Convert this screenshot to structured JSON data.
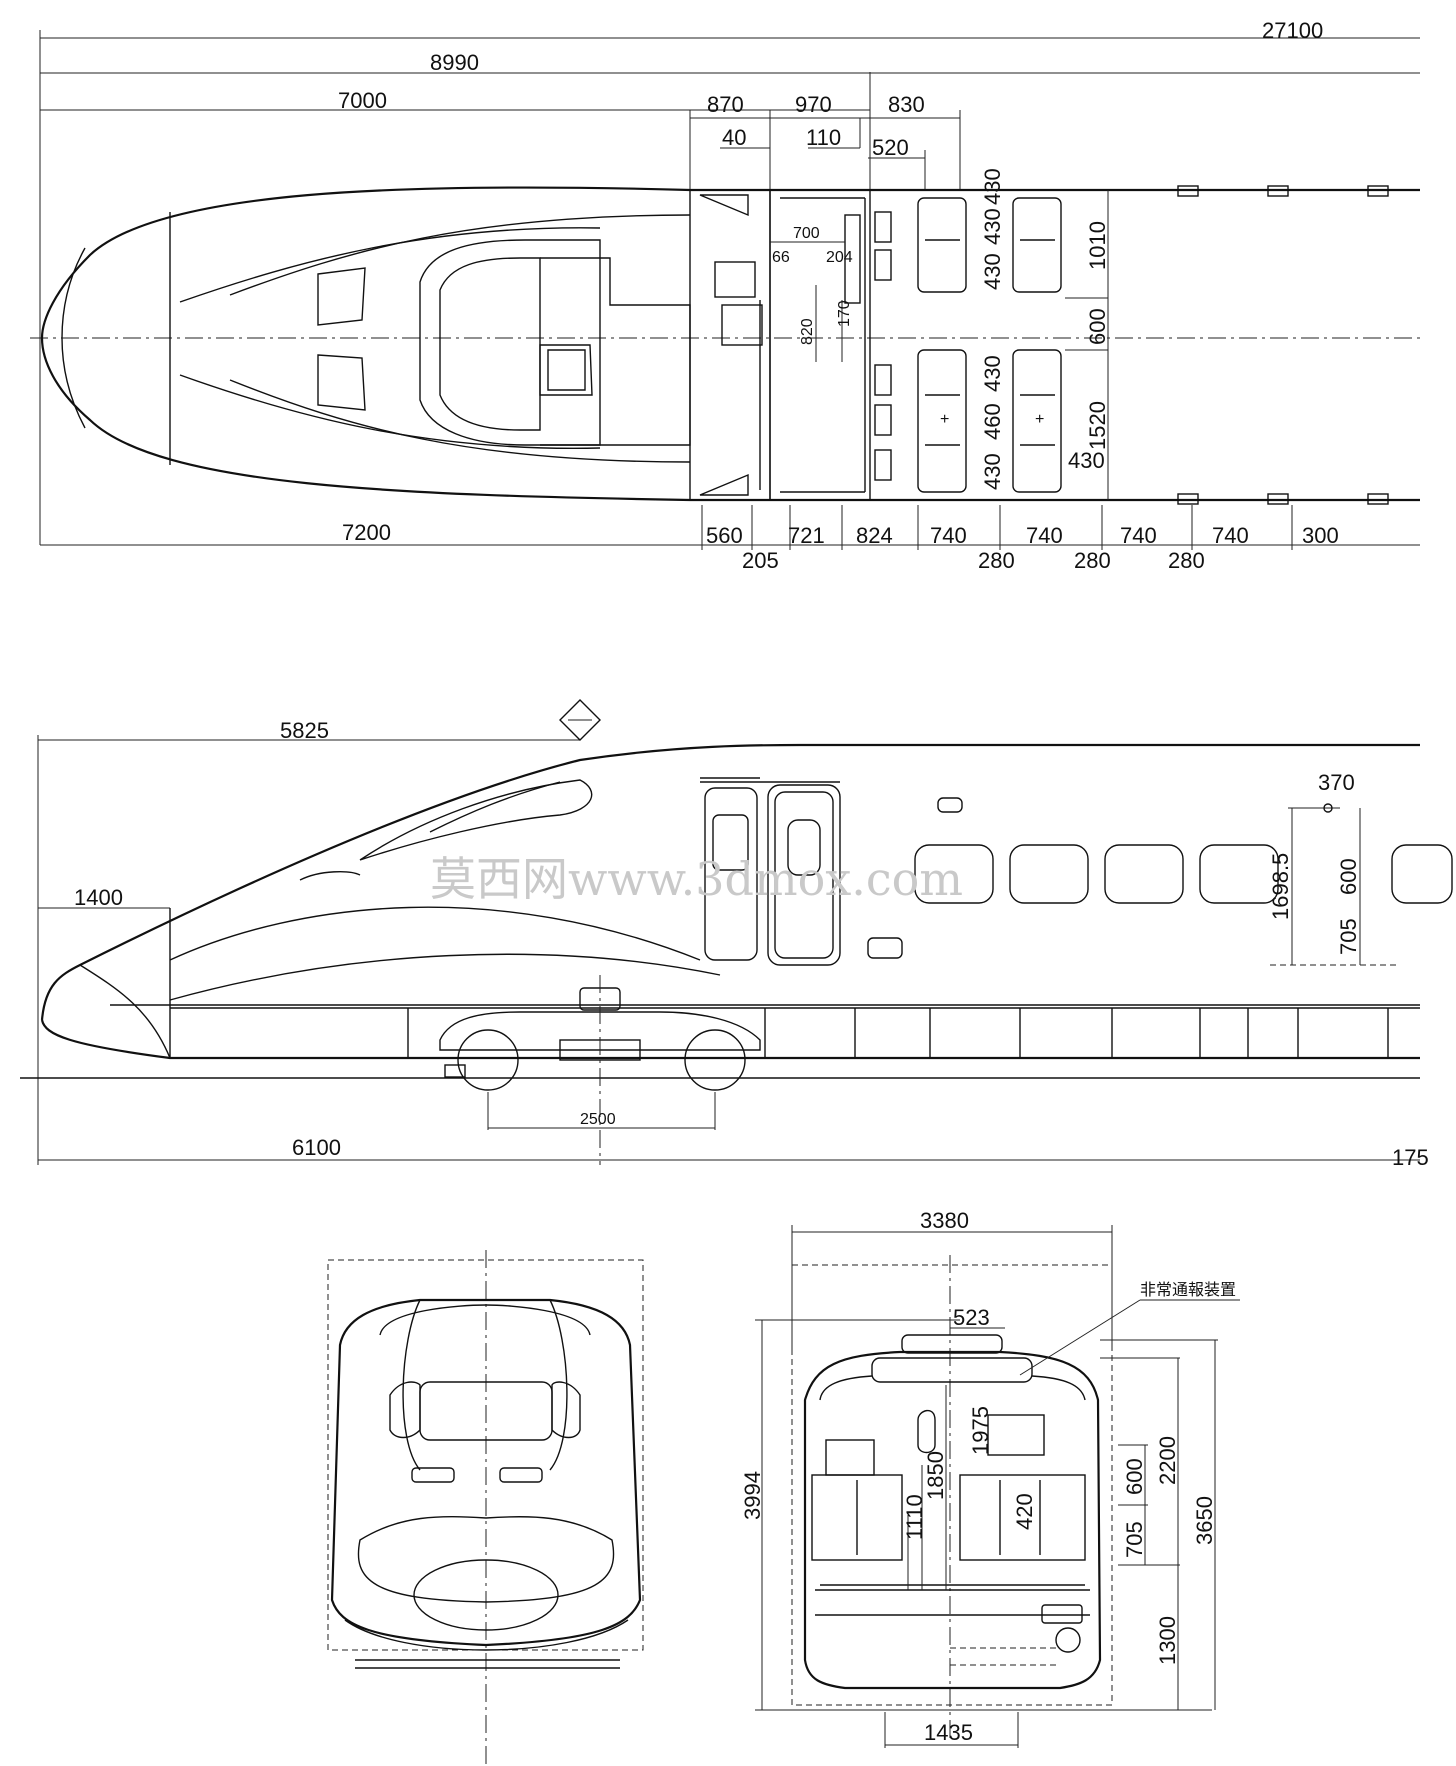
{
  "watermark": "莫西网www.3dmox.com",
  "colors": {
    "line": "#111111",
    "background": "#ffffff",
    "watermark": "#c9c9c9"
  },
  "plan_view": {
    "top_dims": [
      "27100",
      "8990",
      "7000",
      "870",
      "970",
      "830",
      "40",
      "110",
      "520"
    ],
    "inner_dims": [
      "700",
      "66",
      "204",
      "820",
      "170"
    ],
    "seat_dims": [
      "430",
      "430",
      "430",
      "1010",
      "600",
      "430",
      "460",
      "430",
      "1520",
      "430"
    ],
    "bottom_dims": [
      "7200",
      "560",
      "205",
      "721",
      "824",
      "740",
      "280",
      "740",
      "280",
      "740",
      "280",
      "740",
      "300"
    ]
  },
  "side_view": {
    "dims": [
      "5825",
      "1400",
      "370",
      "1698.5",
      "600",
      "705",
      "2500",
      "6100",
      "175"
    ]
  },
  "section_view": {
    "dims": [
      "3380",
      "523",
      "3994",
      "1975",
      "1850",
      "1110",
      "420",
      "600",
      "705",
      "2200",
      "3650",
      "1300",
      "1435"
    ],
    "label": "非常通報装置"
  }
}
